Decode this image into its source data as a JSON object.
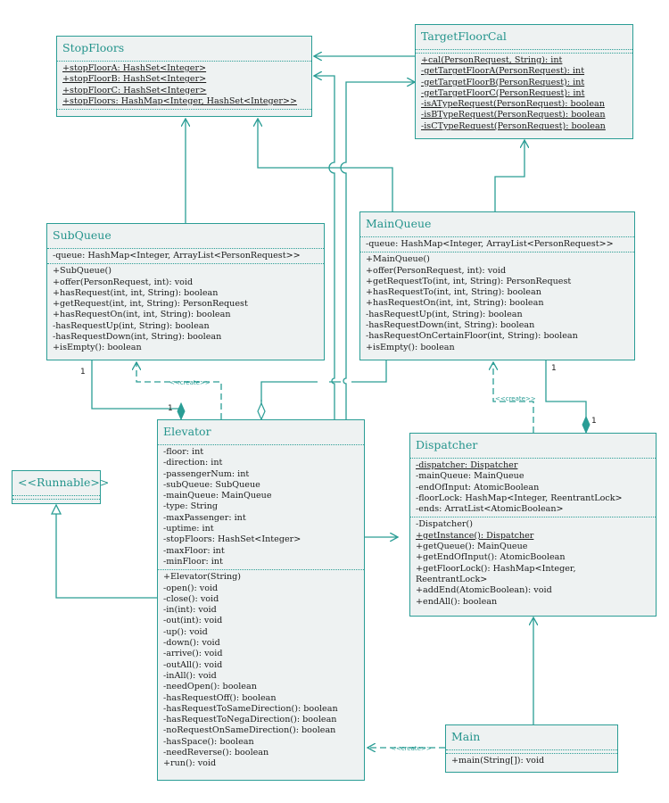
{
  "classes": {
    "stopfloors": {
      "name": "StopFloors",
      "attributes": [
        "+stopFloorA: HashSet<Integer>",
        "+stopFloorB: HashSet<Integer>",
        "+stopFloorC: HashSet<Integer>",
        "+stopFloors: HashMap<Integer, HashSet<Integer>>"
      ],
      "operations": []
    },
    "targetfloorcal": {
      "name": "TargetFloorCal",
      "attributes": [],
      "operations": [
        "+cal(PersonRequest, String): int",
        "-getTargetFloorA(PersonRequest): int",
        "-getTargetFloorB(PersonRequest): int",
        "-getTargetFloorC(PersonRequest): int",
        "-isATypeRequest(PersonRequest): boolean",
        "-isBTypeRequest(PersonRequest): boolean",
        "-isCTypeRequest(PersonRequest): boolean"
      ]
    },
    "subqueue": {
      "name": "SubQueue",
      "attributes": [
        "-queue: HashMap<Integer, ArrayList<PersonRequest>>"
      ],
      "operations": [
        "+SubQueue()",
        "+offer(PersonRequest, int): void",
        "+hasRequest(int, int, String): boolean",
        "+getRequest(int, int, String): PersonRequest",
        "+hasRequestOn(int, int, String): boolean",
        "-hasRequestUp(int, String): boolean",
        "-hasRequestDown(int, String): boolean",
        "+isEmpty(): boolean"
      ]
    },
    "mainqueue": {
      "name": "MainQueue",
      "attributes": [
        "-queue: HashMap<Integer, ArrayList<PersonRequest>>"
      ],
      "operations": [
        "+MainQueue()",
        "+offer(PersonRequest, int): void",
        "+getRequestTo(int, int, String): PersonRequest",
        "+hasRequestTo(int, int, String): boolean",
        "+hasRequestOn(int, int, String): boolean",
        "-hasRequestUp(int, String): boolean",
        "-hasRequestDown(int, String): boolean",
        "-hasRequestOnCertainFloor(int, String): boolean",
        "+isEmpty(): boolean"
      ]
    },
    "elevator": {
      "name": "Elevator",
      "attributes": [
        "-floor: int",
        "-direction: int",
        "-passengerNum: int",
        "-subQueue: SubQueue",
        "-mainQueue: MainQueue",
        "-type: String",
        "-maxPassenger: int",
        "-uptime: int",
        "-stopFloors: HashSet<Integer>",
        "-maxFloor: int",
        "-minFloor: int"
      ],
      "operations": [
        "+Elevator(String)",
        "-open(): void",
        "-close(): void",
        "-in(int): void",
        "-out(int): void",
        "-up(): void",
        "-down(): void",
        "-arrive(): void",
        "-outAll(): void",
        "-inAll(): void",
        "-needOpen(): boolean",
        "-hasRequestOff(): boolean",
        "-hasRequestToSameDirection(): boolean",
        "-hasRequestToNegaDirection(): boolean",
        "-noRequestOnSameDirection(): boolean",
        "-hasSpace(): boolean",
        "-needReverse(): boolean",
        "+run(): void"
      ]
    },
    "dispatcher": {
      "name": "Dispatcher",
      "attributes": [
        "-dispatcher: Dispatcher",
        "-mainQueue: MainQueue",
        "-endOfInput: AtomicBoolean",
        "-floorLock: HashMap<Integer, ReentrantLock>",
        "-ends: ArratList<AtomicBoolean>"
      ],
      "operations": [
        "-Dispatcher()",
        "+getInstance(): Dispatcher",
        "+getQueue(): MainQueue",
        "+getEndOfInput(): AtomicBoolean",
        "+getFloorLock(): HashMap<Integer,",
        "ReentrantLock>",
        "+addEnd(AtomicBoolean): void",
        "+endAll(): boolean"
      ]
    },
    "runnable": {
      "name": "<<Runnable>>",
      "attributes": [],
      "operations": []
    },
    "main": {
      "name": "Main",
      "attributes": [],
      "operations": [
        "+main(String[]): void"
      ]
    }
  },
  "relations": {
    "subqueue_elevator": {
      "source_multiplicity": "1",
      "target_multiplicity": "1"
    },
    "mainqueue_dispatcher": {
      "source_multiplicity": "1",
      "target_multiplicity": "1"
    },
    "create_label": "<<create>>"
  },
  "colors": {
    "accent": "#2a9d95",
    "box_fill": "#eef2f2",
    "text": "#1a1a1a"
  }
}
